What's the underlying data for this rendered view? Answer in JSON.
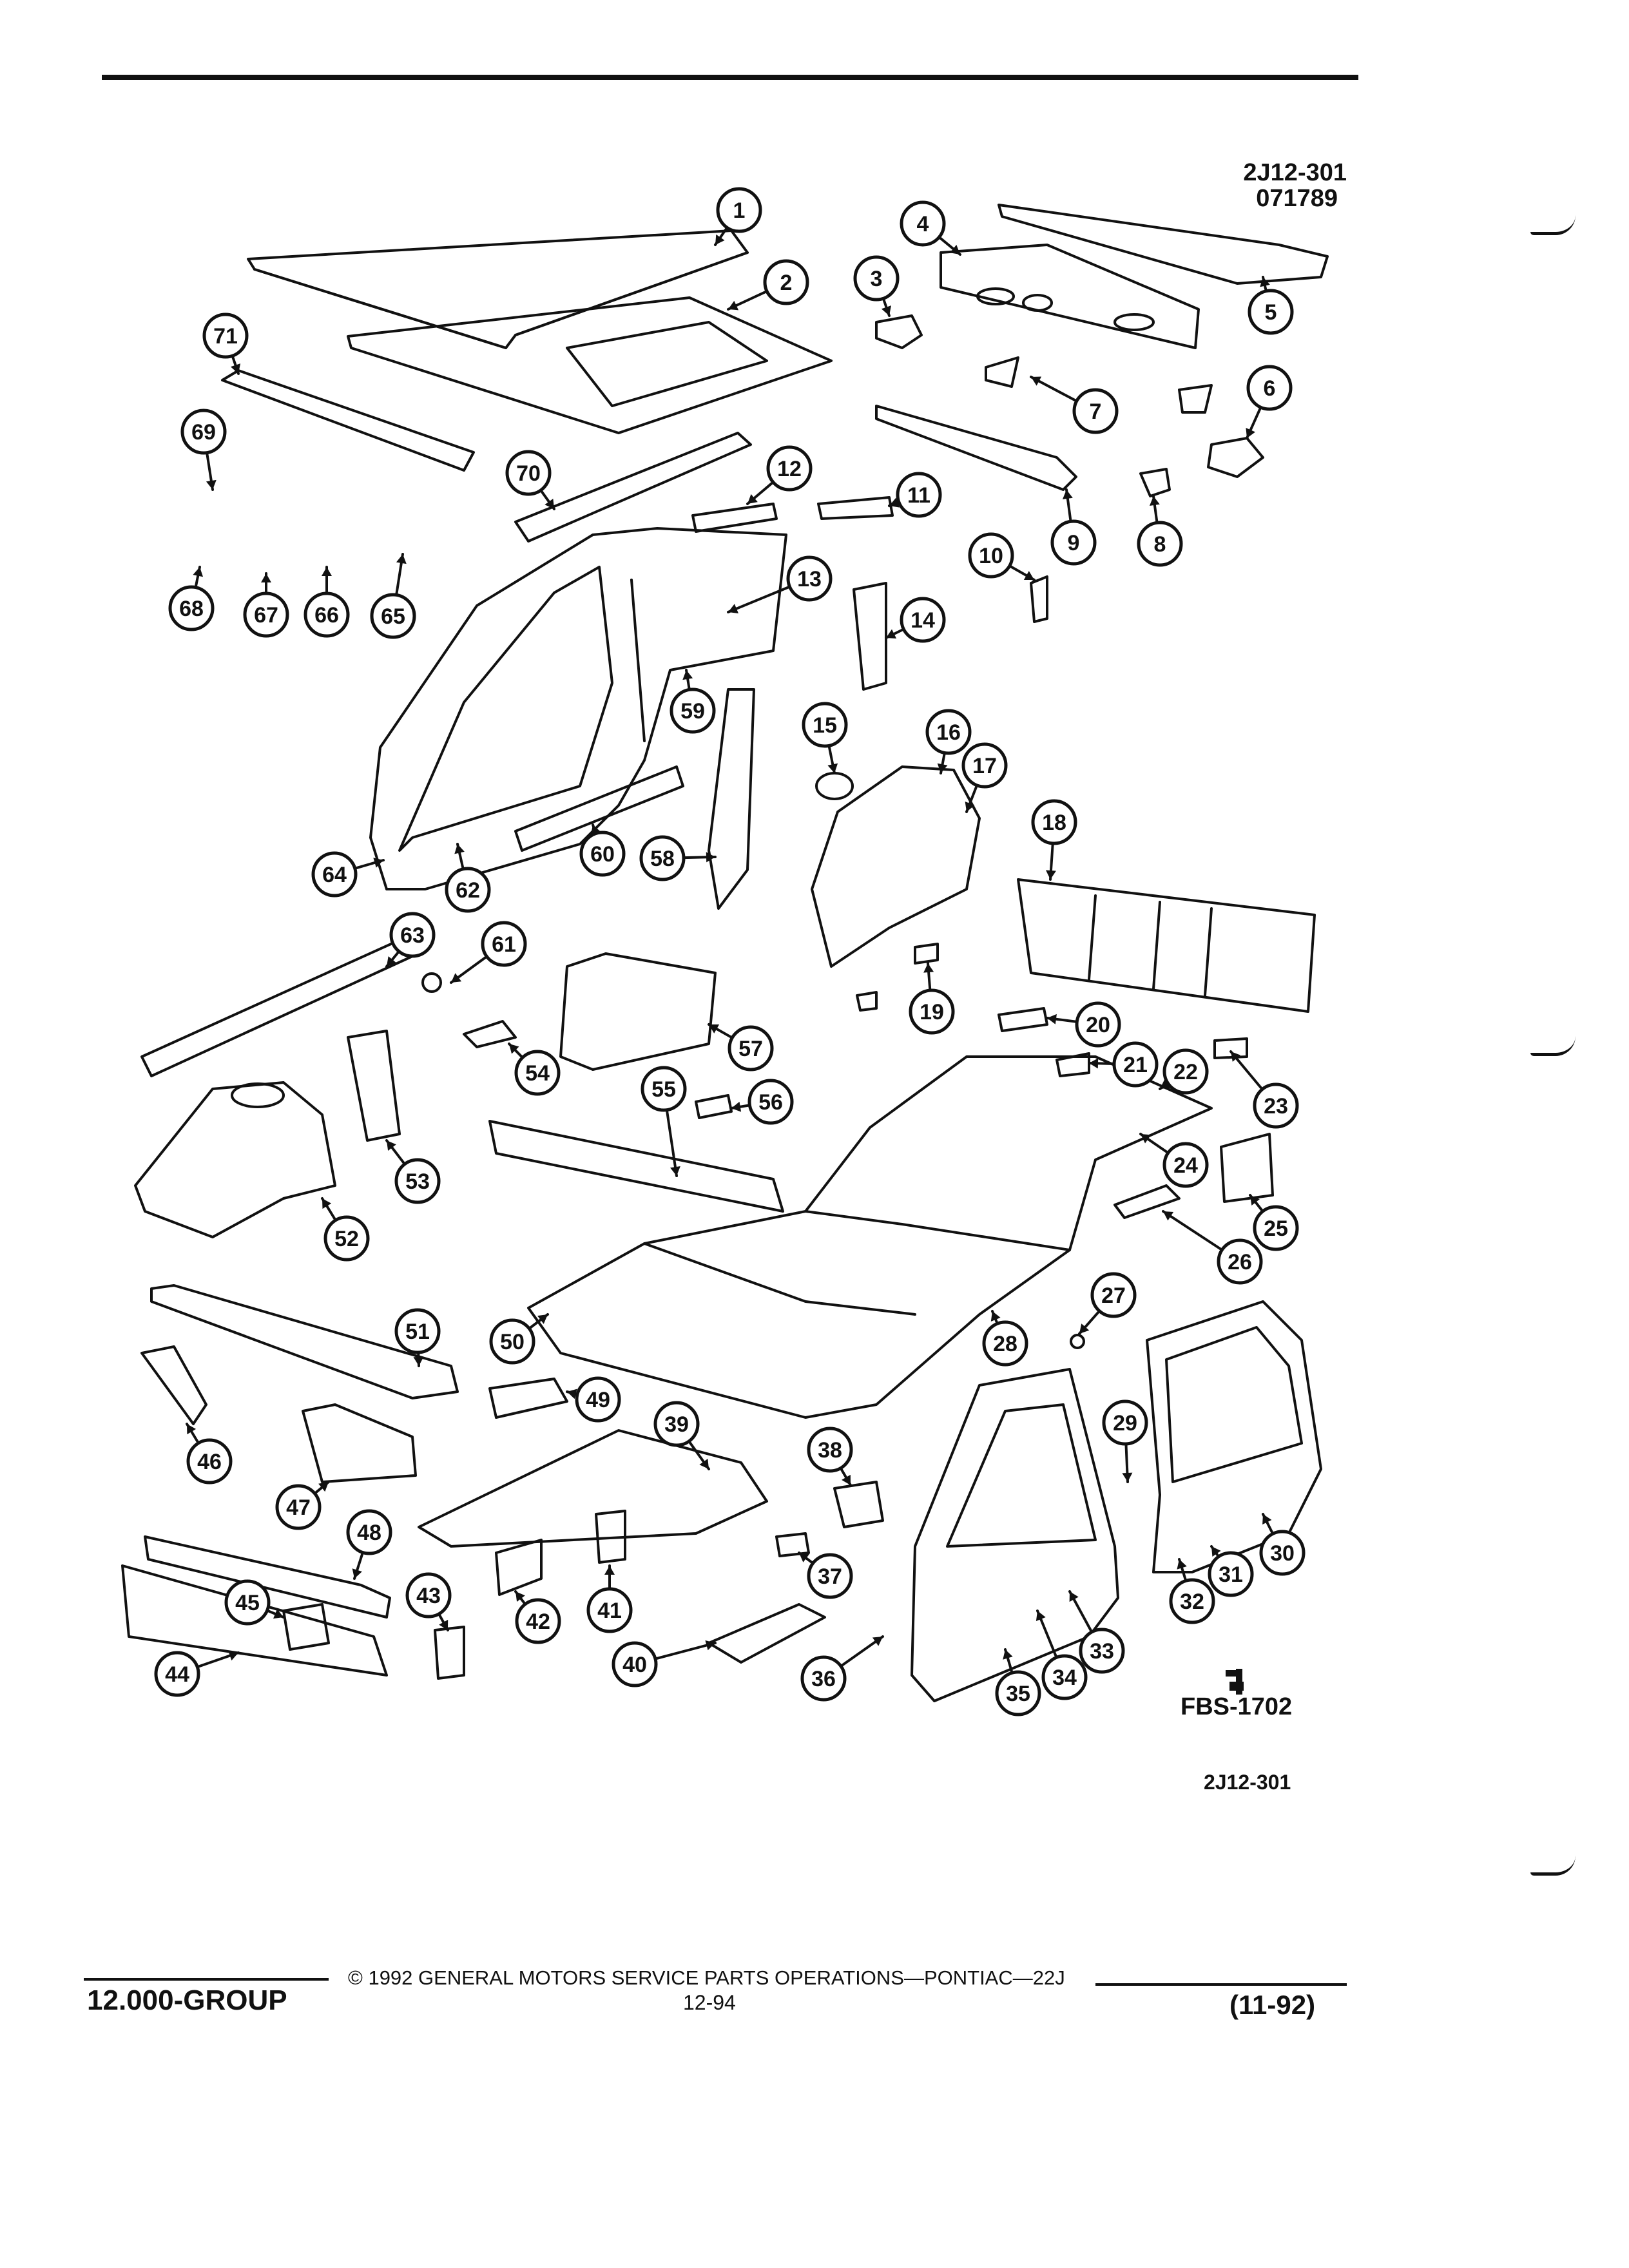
{
  "header": {
    "code": "2J12-301",
    "date_code": "071789"
  },
  "diagram": {
    "callouts": [
      "1",
      "2",
      "3",
      "4",
      "5",
      "6",
      "7",
      "8",
      "9",
      "10",
      "11",
      "12",
      "13",
      "14",
      "15",
      "16",
      "17",
      "18",
      "19",
      "20",
      "21",
      "22",
      "23",
      "24",
      "25",
      "26",
      "27",
      "28",
      "29",
      "30",
      "31",
      "32",
      "33",
      "34",
      "35",
      "36",
      "37",
      "38",
      "39",
      "40",
      "41",
      "42",
      "43",
      "44",
      "45",
      "46",
      "47",
      "48",
      "49",
      "50",
      "51",
      "52",
      "53",
      "54",
      "55",
      "56",
      "57",
      "58",
      "59",
      "60",
      "61",
      "62",
      "63",
      "64",
      "65",
      "66",
      "67",
      "68",
      "69",
      "70",
      "71"
    ],
    "logo_mark": "FBS-1702",
    "figure_code": "2J12-301"
  },
  "footer": {
    "copyright": "© 1992 GENERAL MOTORS SERVICE PARTS OPERATIONS—PONTIAC—22J",
    "group": "12.000-GROUP",
    "page": "12-94",
    "revision": "(11-92)"
  },
  "colors": {
    "ink": "#111111",
    "paper": "#ffffff"
  }
}
